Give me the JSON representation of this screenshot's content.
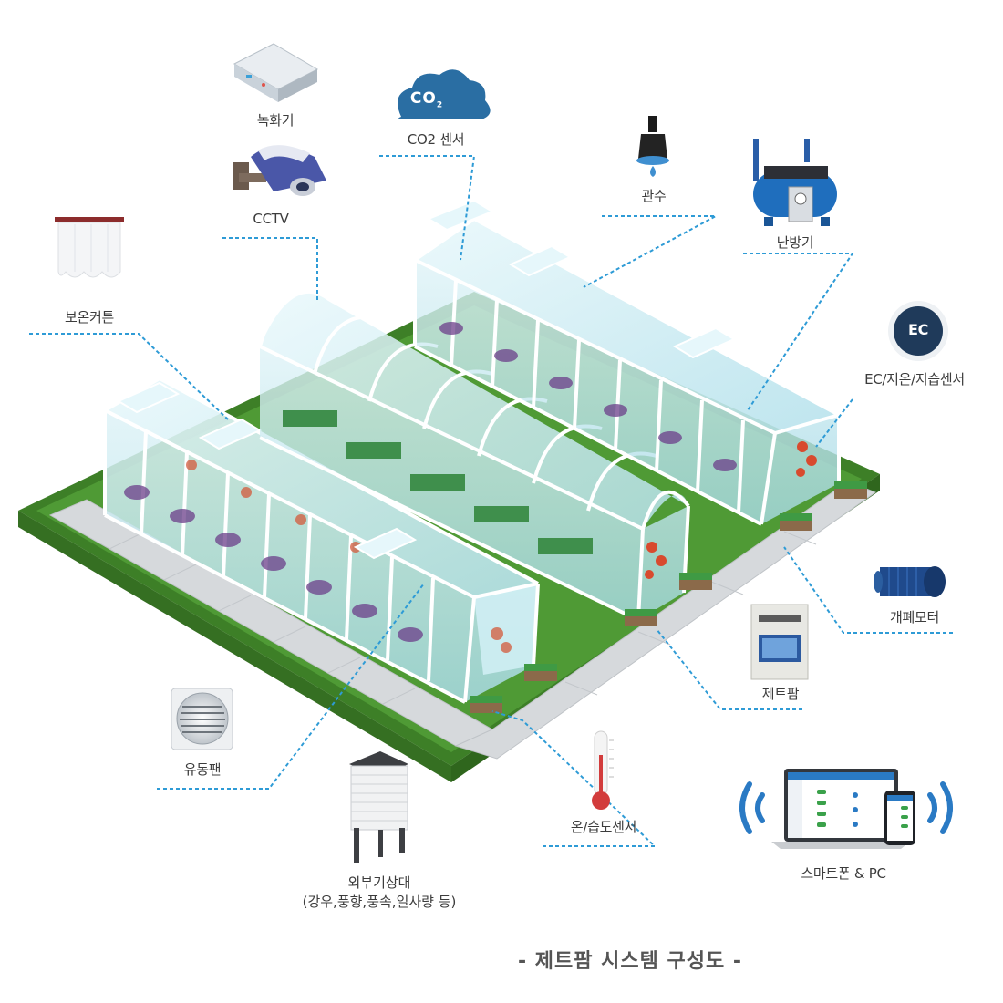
{
  "labels": {
    "recorder": "녹화기",
    "co2": "CO2 센서",
    "irrigation": "관수",
    "heater": "난방기",
    "cctv": "CCTV",
    "curtain": "보온커튼",
    "ec": "EC/지온/지습센서",
    "vent_motor": "개폐모터",
    "control_panel": "제트팜",
    "fan": "유동팬",
    "weather_line1": "외부기상대",
    "weather_line2": "(강우,풍향,풍속,일사량 등)",
    "temp_sensor": "온/습도센서",
    "devices": "스마트폰 & PC"
  },
  "icons": {
    "co2_text": "CO",
    "co2_sub": "2",
    "ec_text": "EC"
  },
  "caption": "- 제트팜 시스템 구성도 -",
  "colors": {
    "line": "#2e9bd6",
    "grass": "#4f9a35",
    "grass_dark": "#3d7f27",
    "path": "#d6d9dc",
    "glass": "#bfe6ee",
    "frame": "#ffffff",
    "accent_blue": "#2a6ea3",
    "navy": "#1f3a5a",
    "caption": "#555555"
  }
}
